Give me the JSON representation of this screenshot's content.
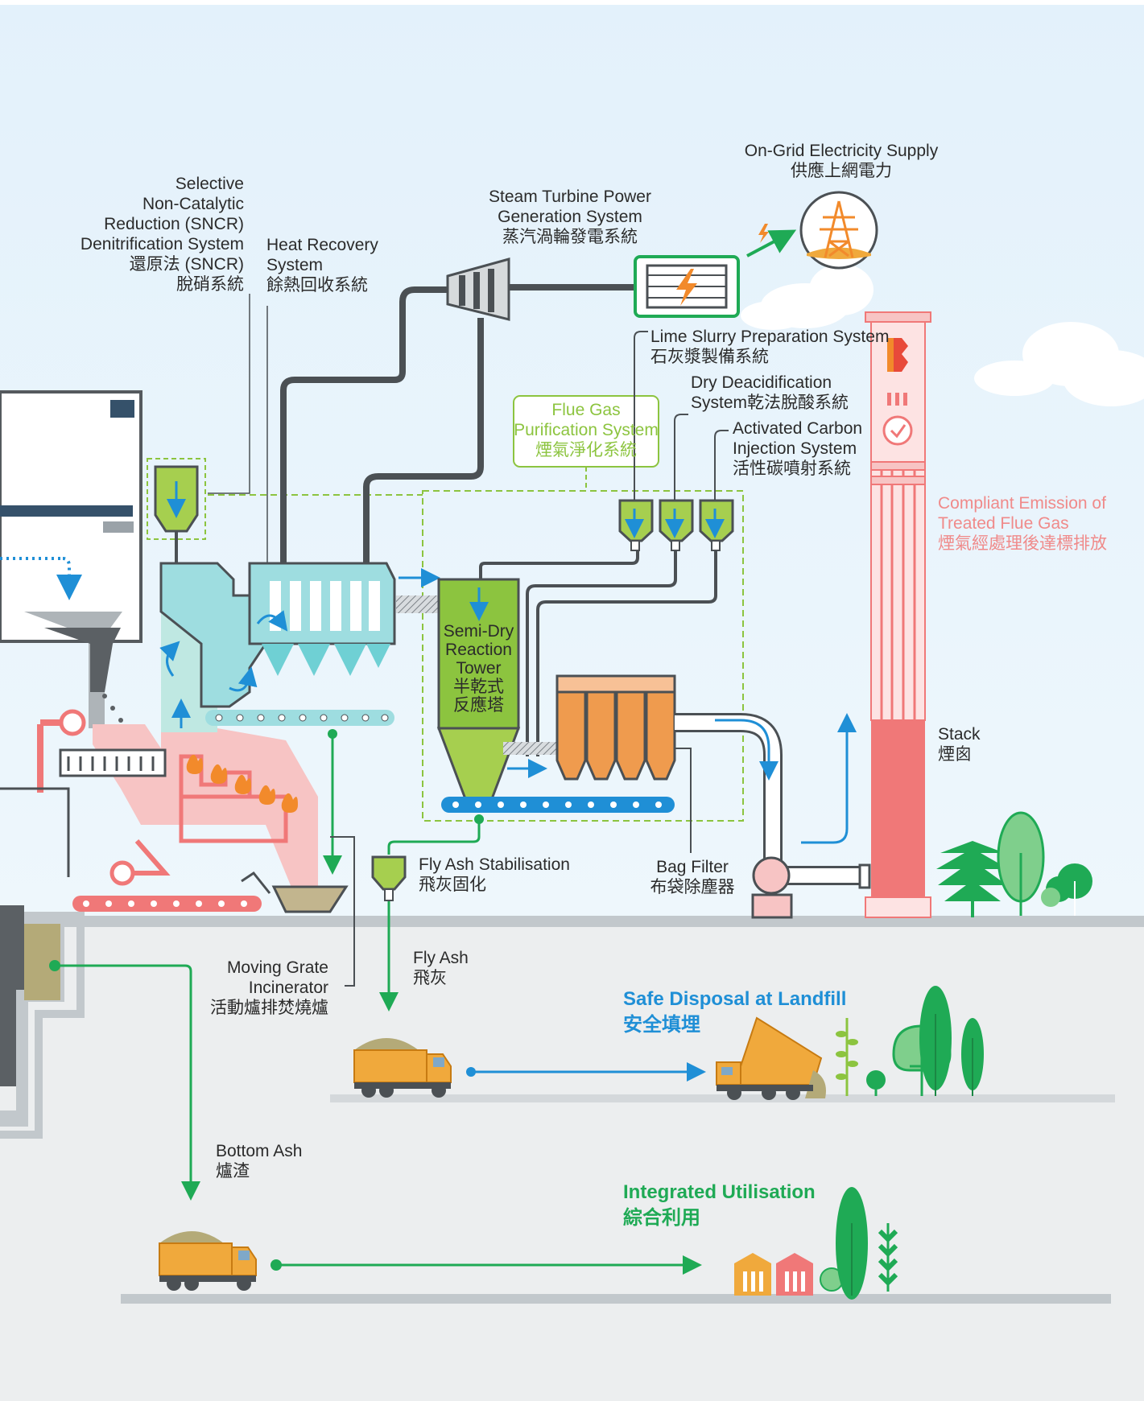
{
  "labels": {
    "sncr": [
      "Selective",
      "Non-Catalytic",
      "Reduction (SNCR)",
      "Denitrification System",
      "還原法 (SNCR)",
      "脫硝系統"
    ],
    "heat_recovery": [
      "Heat Recovery",
      "System",
      "餘熱回收系統"
    ],
    "steam_turbine": [
      "Steam Turbine Power",
      "Generation System",
      "蒸汽渦輪發電系統"
    ],
    "on_grid": [
      "On-Grid Electricity Supply",
      "供應上網電力"
    ],
    "lime_slurry": [
      "Lime Slurry Preparation System",
      "石灰漿製備系統"
    ],
    "dry_deacid": [
      "Dry Deacidification",
      "System乾法脫酸系統"
    ],
    "activated_carbon": [
      "Activated Carbon",
      "Injection System",
      "活性碳噴射系統"
    ],
    "flue_gas_purification": [
      "Flue Gas",
      "Purification System",
      "煙氣淨化系統"
    ],
    "compliant_emission": [
      "Compliant Emission of",
      "Treated Flue Gas",
      "煙氣經處理後達標排放"
    ],
    "semi_dry_tower": [
      "Semi-Dry",
      "Reaction",
      "Tower",
      "半乾式",
      "反應塔"
    ],
    "stack": [
      "Stack",
      "煙囪"
    ],
    "bag_filter": [
      "Bag Filter",
      "布袋除塵器"
    ],
    "fly_ash_stabilisation": [
      "Fly Ash Stabilisation",
      "飛灰固化"
    ],
    "fly_ash": [
      "Fly Ash",
      "飛灰"
    ],
    "moving_grate": [
      "Moving Grate",
      "Incinerator",
      "活動爐排焚燒爐"
    ],
    "bottom_ash": [
      "Bottom Ash",
      "爐渣"
    ],
    "safe_disposal": [
      "Safe Disposal at Landfill",
      "安全填埋"
    ],
    "integrated_utilisation": [
      "Integrated Utilisation",
      "綜合利用"
    ]
  },
  "colors": {
    "sky": "#e4f2fb",
    "ground": "#eceeef",
    "pipe_dark": "#4b5054",
    "purification_green": "#8cc43f",
    "boiler_teal": "#9edde0",
    "furnace_pink": "#f7c4c4",
    "stack_red": "#f07878",
    "bag_orange": "#ef9b4e",
    "arrow_blue": "#1f8fd6",
    "ash_green": "#1faa55",
    "truck_orange": "#f0a93c"
  },
  "icons": [
    "lightning-icon",
    "transmission-tower-icon",
    "clock-icon",
    "brand-logo-icon",
    "truck-icon",
    "tree-icon",
    "factory-icon"
  ]
}
